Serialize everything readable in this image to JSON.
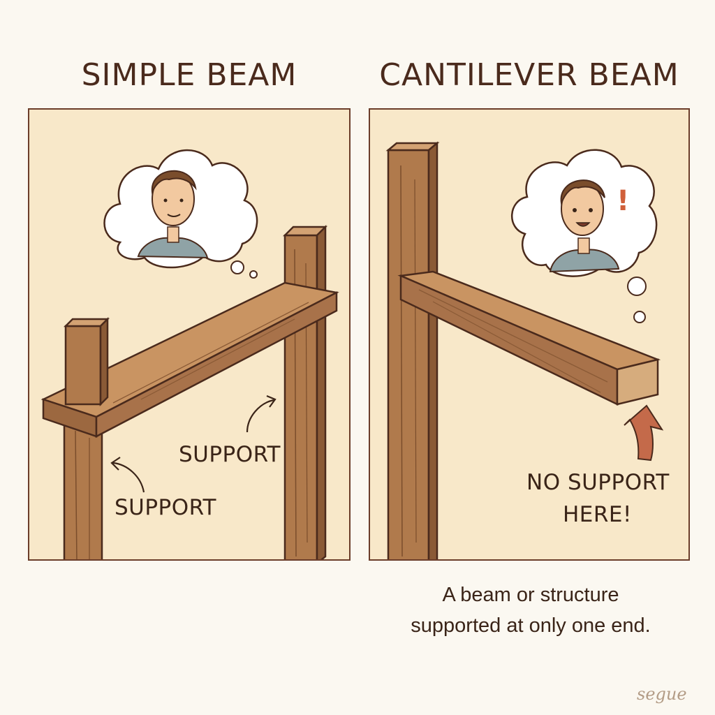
{
  "left_panel": {
    "title": "SIMPLE BEAM",
    "label_upper": "SUPPORT",
    "label_lower": "SUPPORT"
  },
  "right_panel": {
    "title": "CANTILEVER BEAM",
    "label_line1": "NO SUPPORT",
    "label_line2": "HERE!",
    "exclamation": "!"
  },
  "caption": {
    "line1": "A beam or structure",
    "line2": "supported at only one end."
  },
  "signature": "segue",
  "colors": {
    "panel_bg": "#f8e8c9",
    "border": "#6b3d2a",
    "wood": "#b07a4c",
    "wood_dark": "#8a5a36",
    "arrow": "#c46a4a",
    "shirt": "#8fa3a6",
    "skin": "#f2c9a0"
  }
}
